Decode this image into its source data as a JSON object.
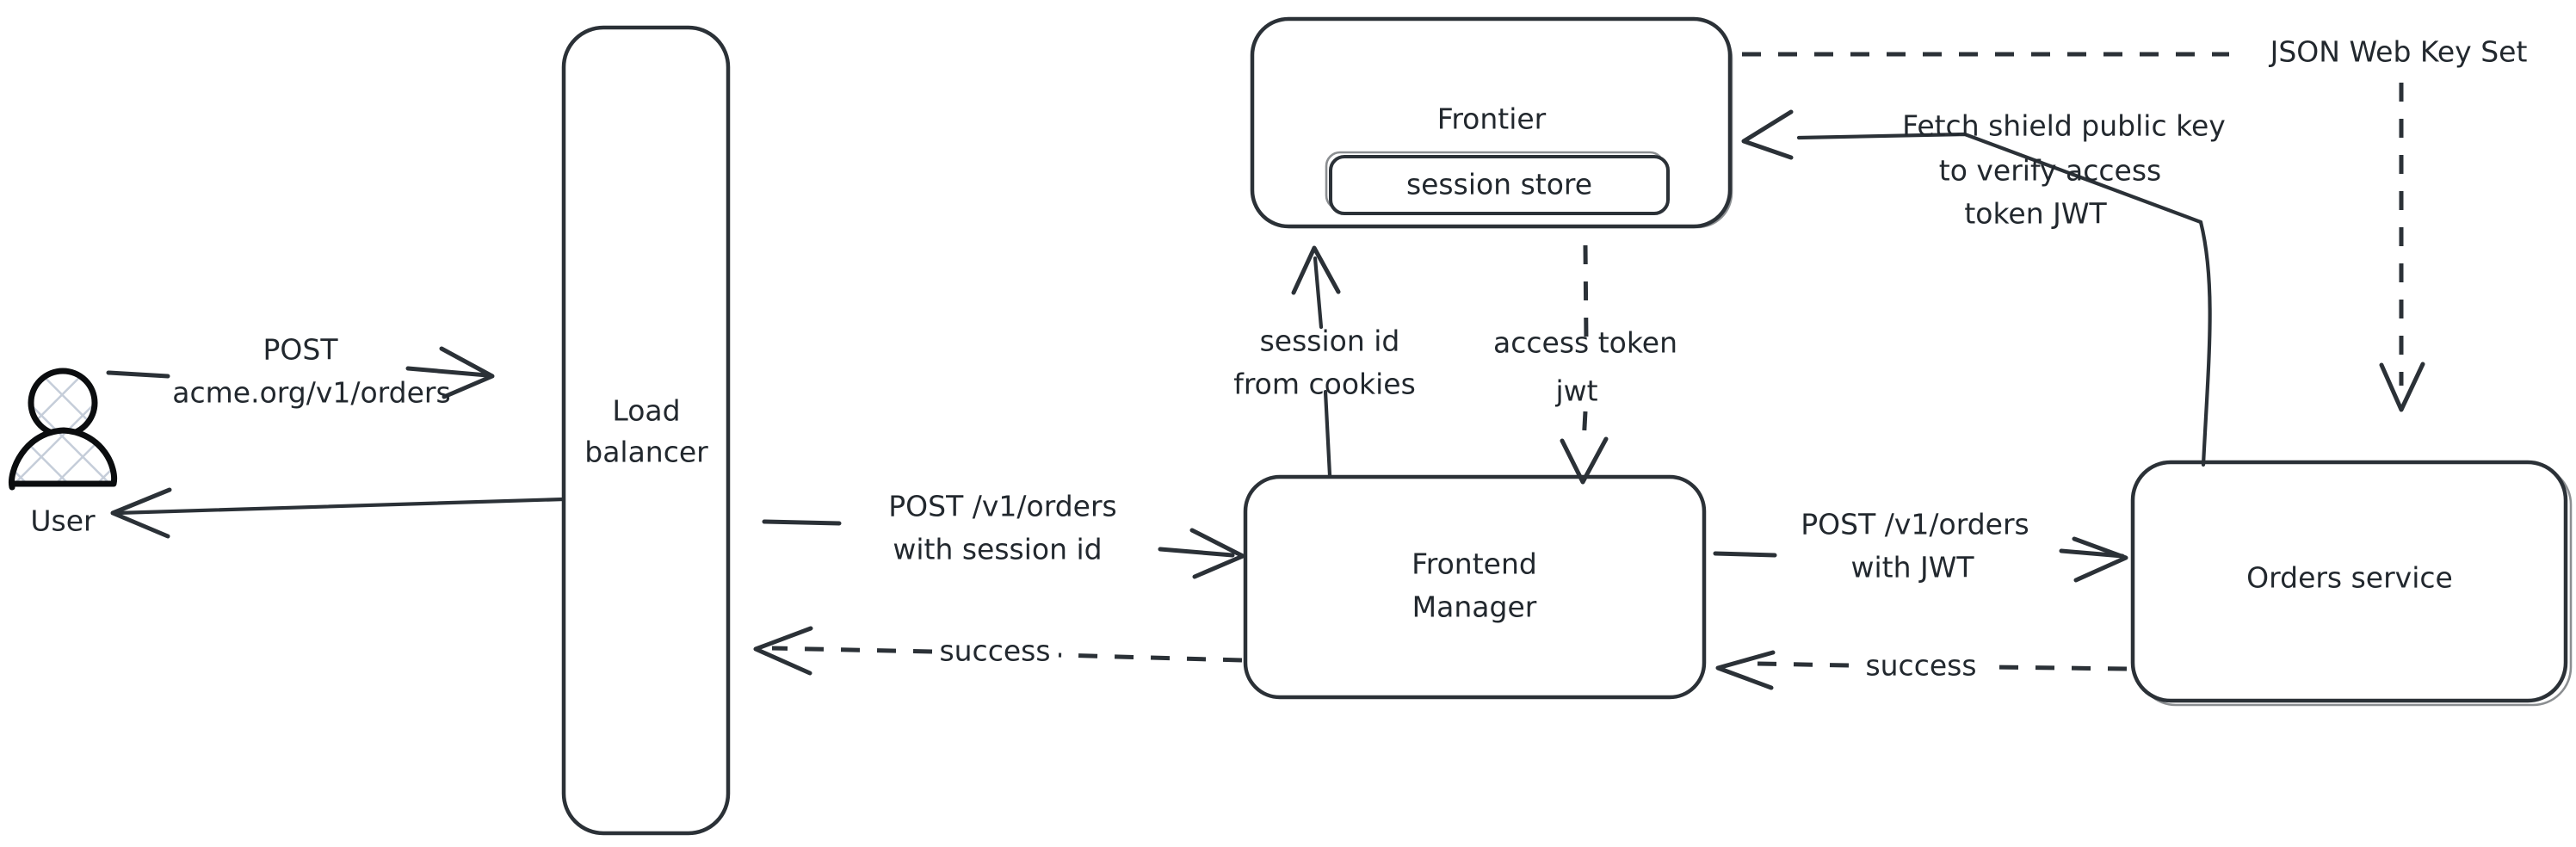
{
  "diagram": {
    "title": "Auth flow: user order request through load balancer, frontend manager, frontier session store and orders service",
    "stroke_color": "#2b3137",
    "actor_fill_color": "#c5cdd9",
    "background_color": "#ffffff"
  },
  "actors": {
    "user": {
      "label": "User"
    }
  },
  "nodes": {
    "load_balancer": {
      "label_line1": "Load",
      "label_line2": "balancer"
    },
    "frontier": {
      "label": "Frontier",
      "inner": {
        "label": "session store"
      }
    },
    "frontend_manager": {
      "label_line1": "Frontend",
      "label_line2": "Manager"
    },
    "orders_service": {
      "label": "Orders service"
    }
  },
  "edges": {
    "user_to_lb": {
      "label_line1": "POST",
      "label_line2": "acme.org/v1/orders",
      "style": "solid"
    },
    "lb_to_user": {
      "label": "",
      "style": "solid"
    },
    "lb_to_fm": {
      "label_line1": "POST /v1/orders",
      "label_line2": "with session id",
      "style": "solid"
    },
    "fm_to_lb_success": {
      "label": "success",
      "style": "dashed"
    },
    "fm_to_frontier": {
      "label_line1": "session id",
      "label_line2": "from cookies",
      "style": "solid"
    },
    "frontier_to_fm": {
      "label_line1": "access token",
      "label_line2": "jwt",
      "style": "dashed"
    },
    "fm_to_orders": {
      "label_line1": "POST /v1/orders",
      "label_line2": "with JWT",
      "style": "solid"
    },
    "orders_to_fm_success": {
      "label": "success",
      "style": "dashed"
    },
    "orders_to_frontier": {
      "label_line1": "Fetch shield public key",
      "label_line2": "to verify access",
      "label_line3": "token JWT",
      "style": "solid"
    },
    "frontier_to_orders_jwks": {
      "label": "JSON Web Key Set",
      "style": "dashed"
    }
  }
}
